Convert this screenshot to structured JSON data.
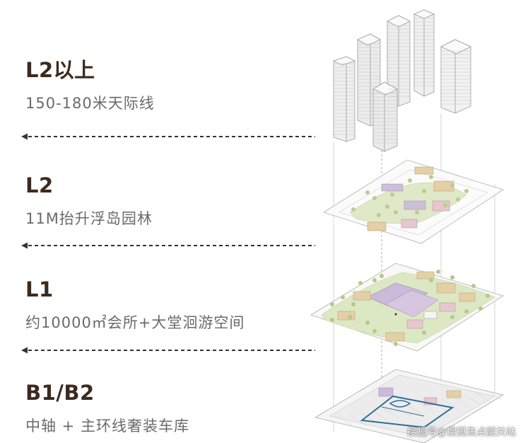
{
  "layers": [
    {
      "title": "L2以上",
      "description": "150-180米天际线"
    },
    {
      "title": "L2",
      "description": "11M抬升浮岛园林"
    },
    {
      "title": "L1",
      "description": "约10000㎡会所+大堂洄游空间"
    },
    {
      "title": "B1/B2",
      "description": "中轴 + 主环线奢装车库"
    }
  ],
  "watermark": "搜狐号@搜狐焦点韶关站",
  "colors": {
    "title_text": "#3b2a1e",
    "description_text": "#6a6a6a",
    "arrow": "#333333",
    "building_facade": "#eeeeee",
    "garden_green": "#c9d8a8",
    "building_tan": "#e3cfa8",
    "clubhouse_purple": "#c9b8d4",
    "parking_blue": "#2f6f95"
  }
}
